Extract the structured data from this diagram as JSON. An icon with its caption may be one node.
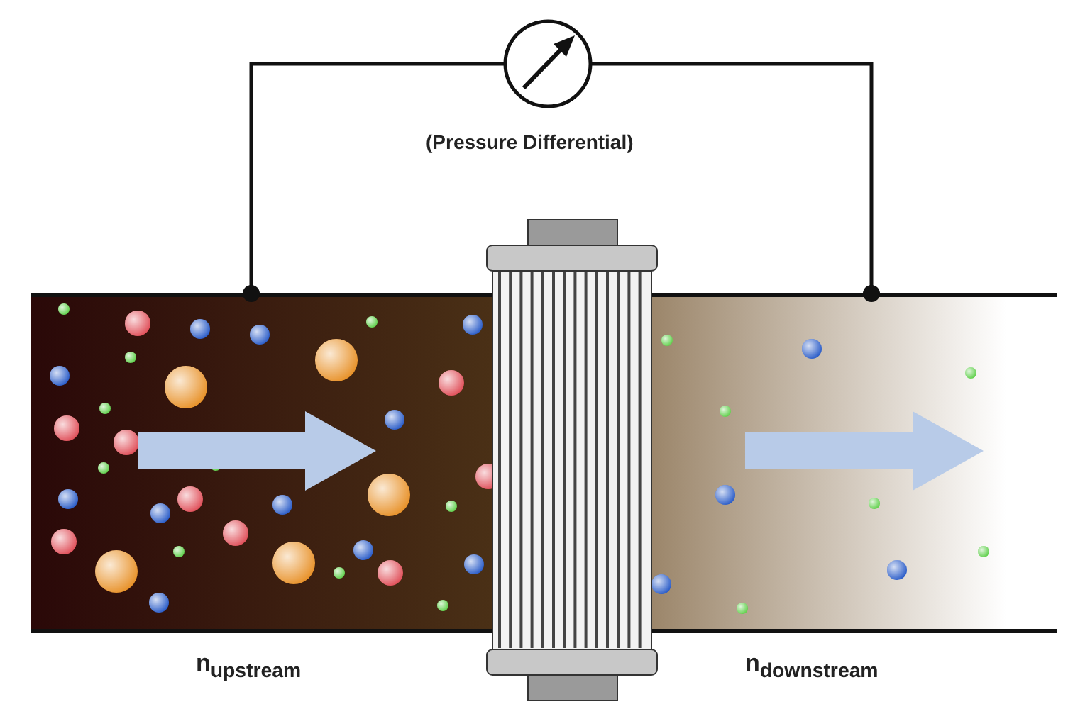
{
  "diagram": {
    "labels": [
      "(Pressure Differential)",
      "n$_{upstream}$",
      "n$_{downstream}$"
    ]
  }
}
